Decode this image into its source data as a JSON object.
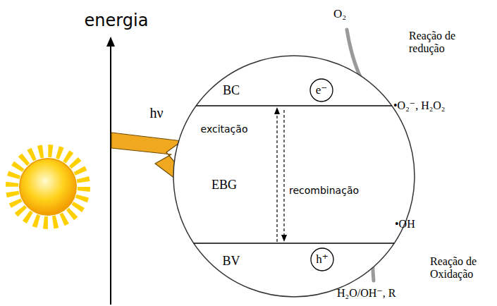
{
  "diagram": {
    "nodes": [
      {
        "text": [
          "BC",
          "excitação",
          "EBG",
          "recombinação",
          "BV"
        ]
      },
      {
        "text": [
          "e⁻"
        ],
        "in": 0
      },
      {
        "text": [
          "h⁺"
        ],
        "in": 0
      }
    ],
    "labels": [
      "energia",
      "hν",
      "O₂",
      "Reação de redução",
      "•O₂⁻, H₂O₂",
      "•OH",
      "Reação de Oxidação",
      "H₂O/OH⁻, R"
    ]
  }
}
